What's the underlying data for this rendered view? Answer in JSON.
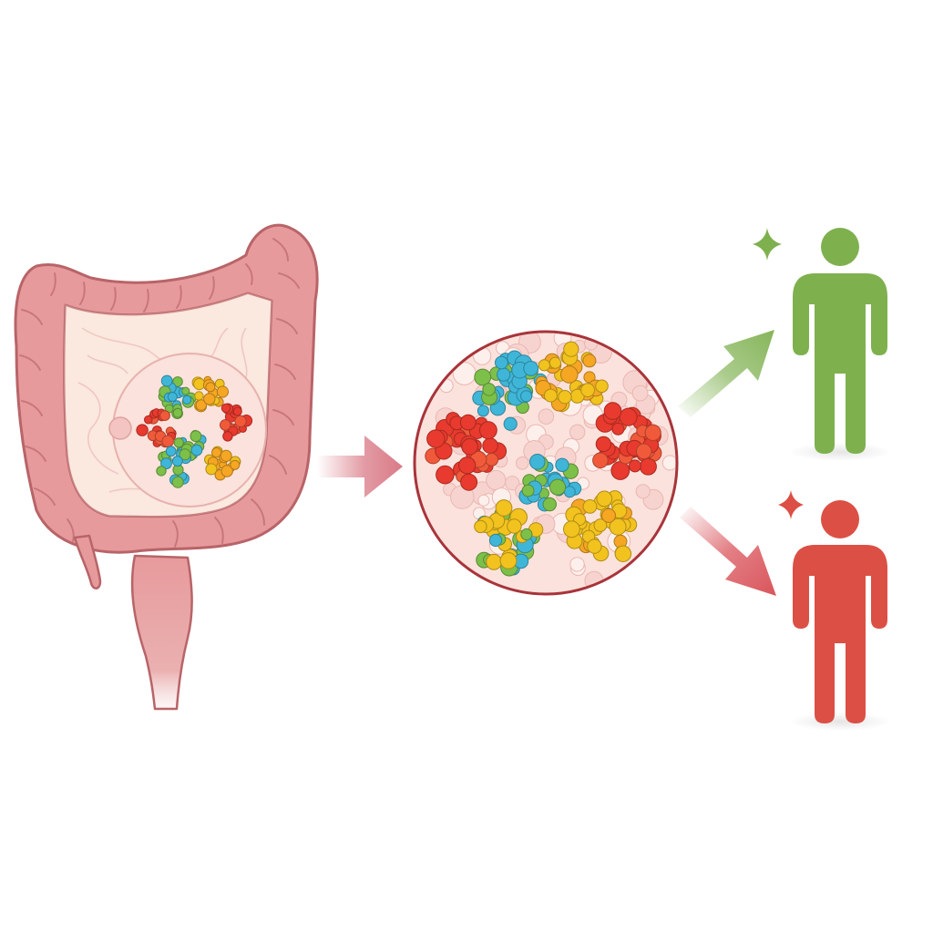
{
  "colors": {
    "background": "#ffffff",
    "colon_wall": "#e79a9c",
    "colon_outline": "#b86468",
    "colon_inner": "#fbe8df",
    "tissue_fill": "#fbe2dc",
    "tissue_outline": "#a8343a",
    "arrow_to_lens": "#d97a86",
    "arrow_favorable": "#86b55a",
    "arrow_unfavorable": "#d9555c",
    "outcome_favorable": "#7fb04e",
    "outcome_unfavorable": "#dc4f44",
    "cell_red": "#e83a2e",
    "cell_yellow": "#f2c21f",
    "cell_blue": "#3fb6d8",
    "cell_green": "#7cc04a"
  },
  "icons": {
    "organ": "colon-icon",
    "magnified_section": "tissue-section-icon",
    "favorable_outcome": "person-icon",
    "unfavorable_outcome": "person-icon",
    "favorable_marker": "sparkle-icon",
    "unfavorable_marker": "sparkle-icon"
  },
  "panels": [
    {
      "id": "organ",
      "label": ""
    },
    {
      "id": "magnified_section",
      "label": ""
    },
    {
      "id": "favorable_outcome",
      "label": ""
    },
    {
      "id": "unfavorable_outcome",
      "label": ""
    }
  ]
}
